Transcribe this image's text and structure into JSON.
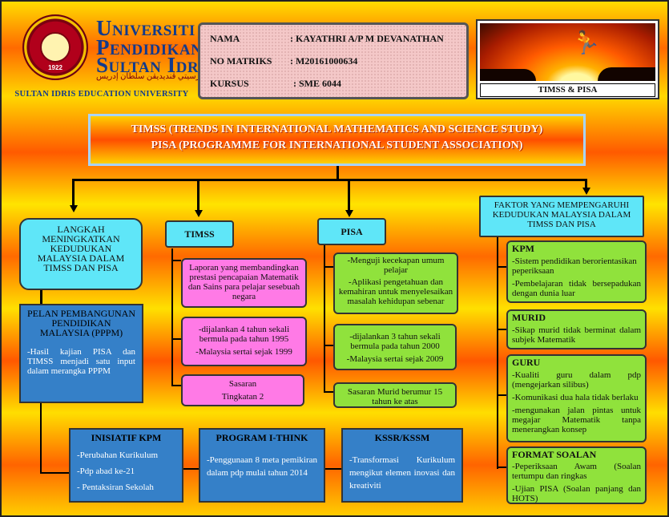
{
  "university": {
    "name_line1": "Universiti",
    "name_line2": "Pendidikan",
    "name_line3": "Sultan Idris",
    "jawi": "ڤونيۏرسيتي ڤنديديقن سلطان إدريس",
    "english": "SULTAN IDRIS EDUCATION UNIVERSITY",
    "seal_year": "1922"
  },
  "student": {
    "name_label": "NAMA",
    "name_value": ": KAYATHRI A/P M DEVANATHAN",
    "matric_label": "NO MATRIKS",
    "matric_value": ": M20161000634",
    "course_label": "KURSUS",
    "course_value": ": SME 6044"
  },
  "photo": {
    "caption": "TIMSS & PISA"
  },
  "title": {
    "line1": "TIMSS (TRENDS IN INTERNATIONAL MATHEMATICS AND SCIENCE STUDY)",
    "line2": "PISA (PROGRAMME FOR INTERNATIONAL STUDENT ASSOCIATION)"
  },
  "langkah": {
    "header": "LANGKAH MENINGKATKAN KEDUDUKAN MALAYSIA DALAM TIMSS DAN PISA",
    "pelan_title": "PELAN PEMBANGUNAN PENDIDIKAN MALAYSIA (PPPM)",
    "pelan_text": "-Hasil kajian PISA dan TIMSS menjadi satu input dalam merangka PPPM"
  },
  "timss": {
    "header": "TIMSS",
    "box1": "Laporan yang membandingkan prestasi pencapaian Matematik dan Sains para pelajar sesebuah negara",
    "box2_a": "-dijalankan 4 tahun sekali bermula pada tahun 1995",
    "box2_b": "-Malaysia sertai sejak 1999",
    "box3_a": "Sasaran",
    "box3_b": "Tingkatan 2"
  },
  "pisa": {
    "header": "PISA",
    "box1_a": "-Menguji kecekapan umum pelajar",
    "box1_b": "-Aplikasi pengetahuan dan kemahiran untuk menyelesaikan masalah kehidupan sebenar",
    "box2_a": "-dijalankan 3 tahun sekali bermula pada tahun 2000",
    "box2_b": "-Malaysia sertai sejak 2009",
    "box3": "Sasaran Murid berumur 15 tahun ke atas"
  },
  "faktor": {
    "header": "FAKTOR YANG MEMPENGARUHI KEDUDUKAN MALAYSIA DALAM TIMSS DAN PISA",
    "kpm_title": "KPM",
    "kpm_a": "-Sistem pendidikan berorientasikan peperiksaan",
    "kpm_b": "-Pembelajaran tidak bersepadukan dengan dunia luar",
    "murid_title": "MURID",
    "murid_a": "-Sikap murid tidak berminat dalam subjek Matematik",
    "guru_title": "GURU",
    "guru_a": "-Kualiti guru dalam pdp (mengejarkan silibus)",
    "guru_b": "-Komunikasi dua hala tidak berlaku",
    "guru_c": "-mengunakan jalan pintas untuk megajar Matematik tanpa menerangkan konsep",
    "format_title": "FORMAT SOALAN",
    "format_a": "-Peperiksaan Awam (Soalan tertumpu dan ringkas",
    "format_b": "-Ujian PISA (Soalan panjang dan HOTS)"
  },
  "inisiatif": {
    "title": "INISIATIF KPM",
    "a": "-Perubahan Kurikulum",
    "b": "-Pdp abad ke-21",
    "c": "- Pentaksiran Sekolah"
  },
  "ithink": {
    "title": "PROGRAM I-THINK",
    "a": "-Penggunaan 8 meta pemikiran dalam pdp mulai tahun 2014"
  },
  "kssr": {
    "title": "KSSR/KSSM",
    "a": "-Transformasi Kurikulum mengikut elemen inovasi dan kreativiti"
  }
}
